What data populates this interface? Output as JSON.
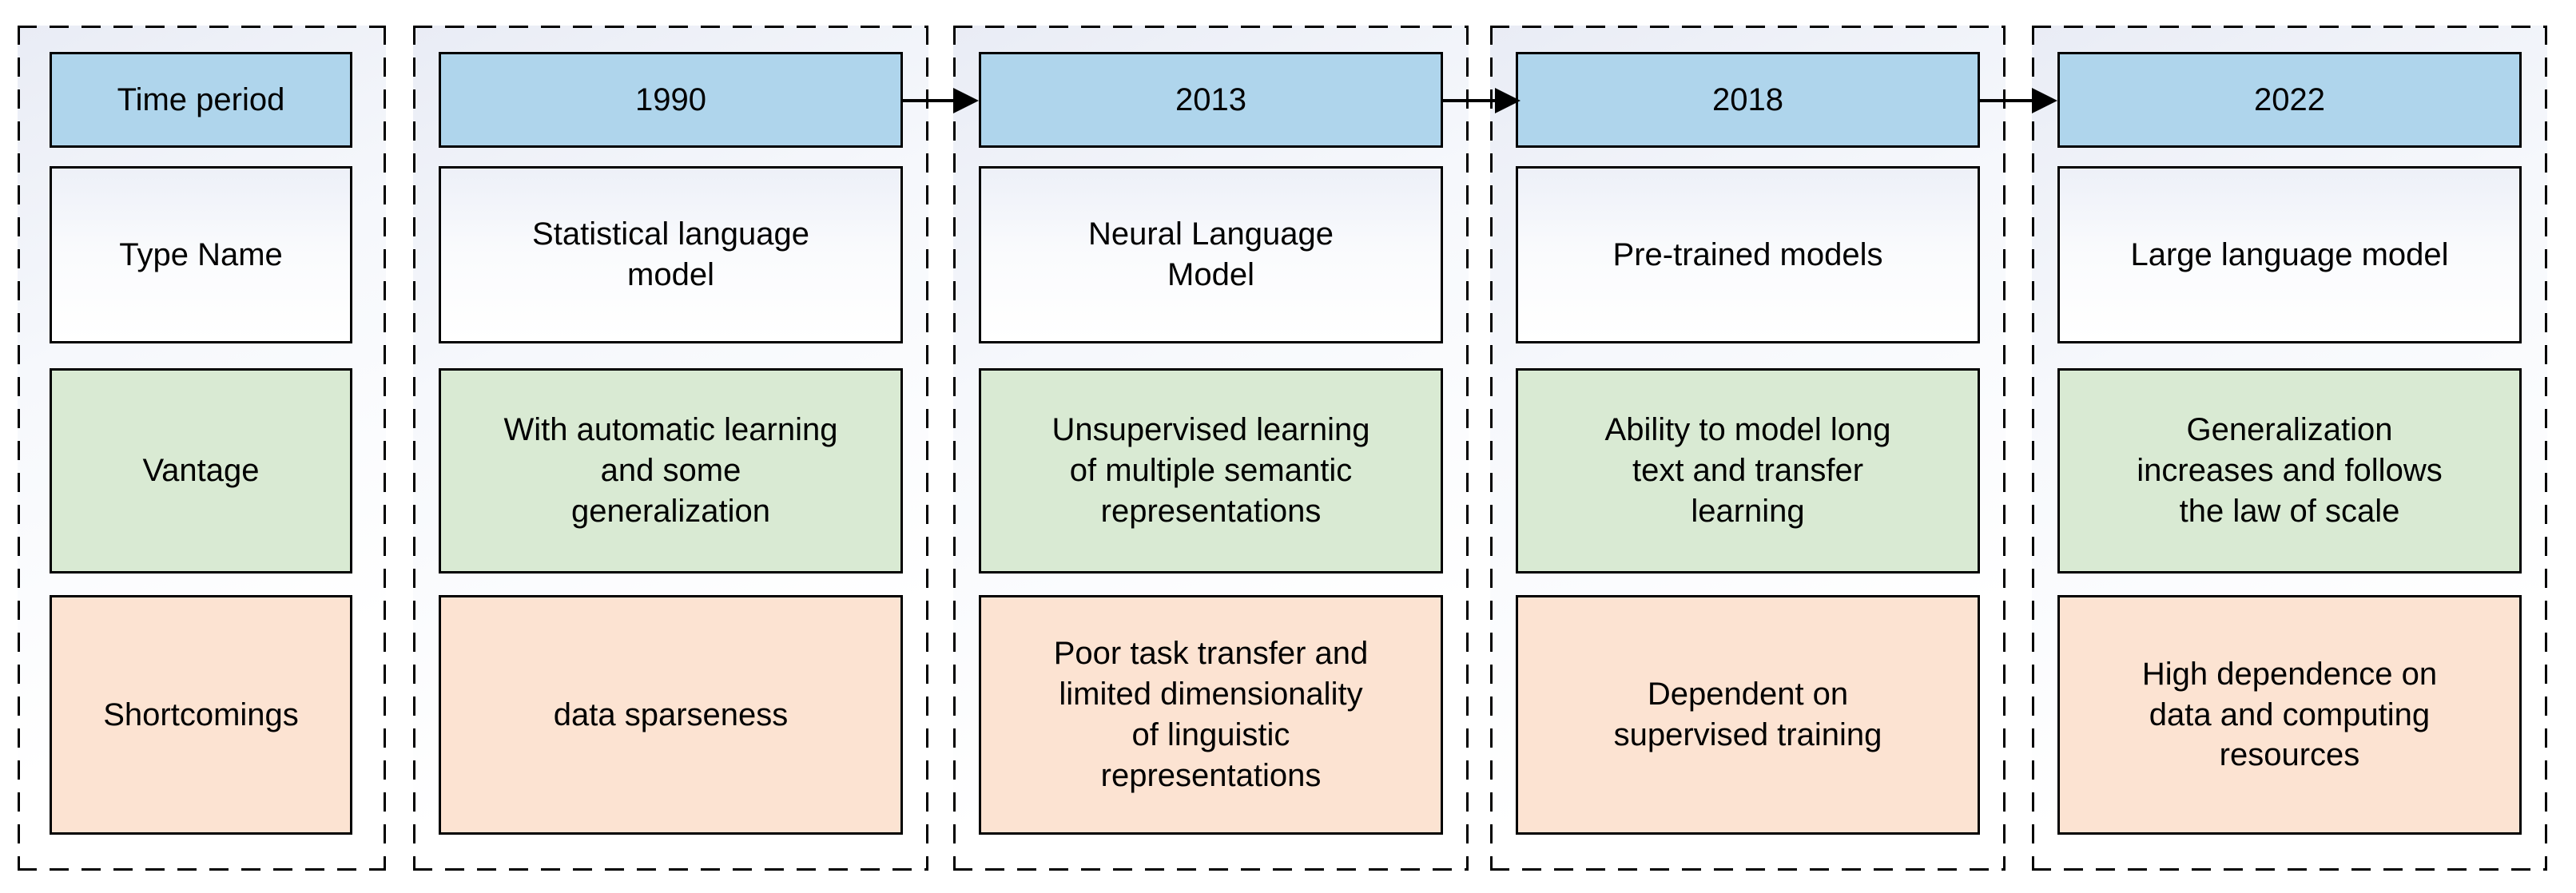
{
  "diagram": {
    "colors": {
      "year_fill": "#afd5ec",
      "type_fill": "#ffffff",
      "vantage_fill": "#d9ead3",
      "shortcomings_fill": "#fce3d2",
      "box_border": "#000000",
      "container_tint": "#e9ecf5",
      "arrow": "#000000"
    },
    "legend": {
      "time_period": "Time period",
      "type_name": "Type Name",
      "vantage": "Vantage",
      "shortcomings": "Shortcomings"
    },
    "timeline": [
      {
        "year": "1990",
        "type_name": "Statistical language\nmodel",
        "vantage": "With automatic learning\nand some\ngeneralization",
        "shortcomings": "data sparseness"
      },
      {
        "year": "2013",
        "type_name": "Neural Language\nModel",
        "vantage": "Unsupervised learning\nof multiple semantic\nrepresentations",
        "shortcomings": "Poor task transfer and\nlimited dimensionality\nof linguistic\nrepresentations"
      },
      {
        "year": "2018",
        "type_name": "Pre-trained models",
        "vantage": "Ability to model long\ntext and transfer\nlearning",
        "shortcomings": "Dependent on\nsupervised training"
      },
      {
        "year": "2022",
        "type_name": "Large language model",
        "vantage": "Generalization\nincreases and follows\nthe law of scale",
        "shortcomings": "High dependence on\ndata and computing\nresources"
      }
    ]
  }
}
